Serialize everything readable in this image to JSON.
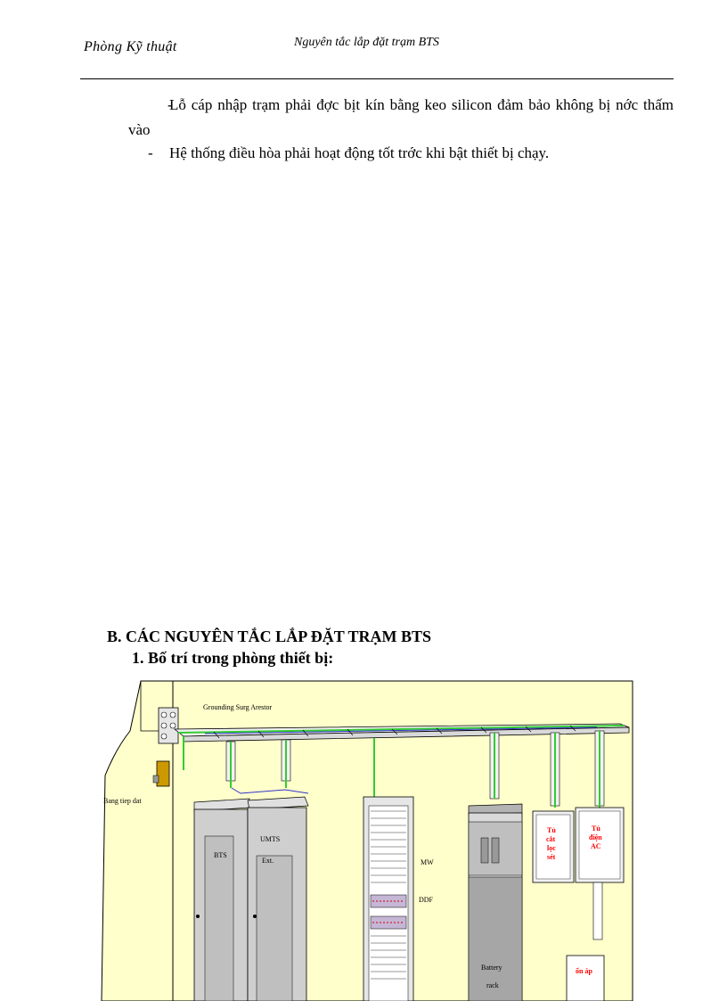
{
  "header": {
    "left": "Phòng Kỹ thuật",
    "right": "Nguyên tắc lắp đặt trạm BTS"
  },
  "bullets": [
    {
      "dash": "-",
      "text": "Lỗ cáp nhập trạm phải đợc  bịt kín bằng keo silicon đảm bảo không bị nớc  thấm vào"
    },
    {
      "dash": "-",
      "text": "Hệ thống điều hòa phải hoạt động tốt trớc  khi bật thiết bị chạy."
    }
  ],
  "section": {
    "title": "B. CÁC NGUYÊN TẮC LẮP ĐẶT TRẠM BTS",
    "subtitle": "1.  Bố trí trong phòng thiết bị:"
  },
  "diagram": {
    "labels": {
      "grounding": "Grounding Surg Arestor",
      "bus": "Bang tiep dat",
      "bts": "BTS",
      "umts_1": "UMTS",
      "umts_2": "Ext.",
      "mw": "MW",
      "ddf": "DDF",
      "battery_1": "Battery",
      "battery_2": "rack",
      "cat_loc_set": [
        "Tủ",
        "cắt",
        "lọc",
        "sét"
      ],
      "tu_dien_ac": [
        "Tủ",
        "điện",
        "AC"
      ],
      "on_ap": "ổn áp"
    },
    "colors": {
      "wall": "#ffffcc",
      "green_cable": "#33cc33",
      "blue_cable": "#3333cc",
      "red_text": "#ff0000",
      "cabinet_gray": "#bfbfbf"
    }
  }
}
